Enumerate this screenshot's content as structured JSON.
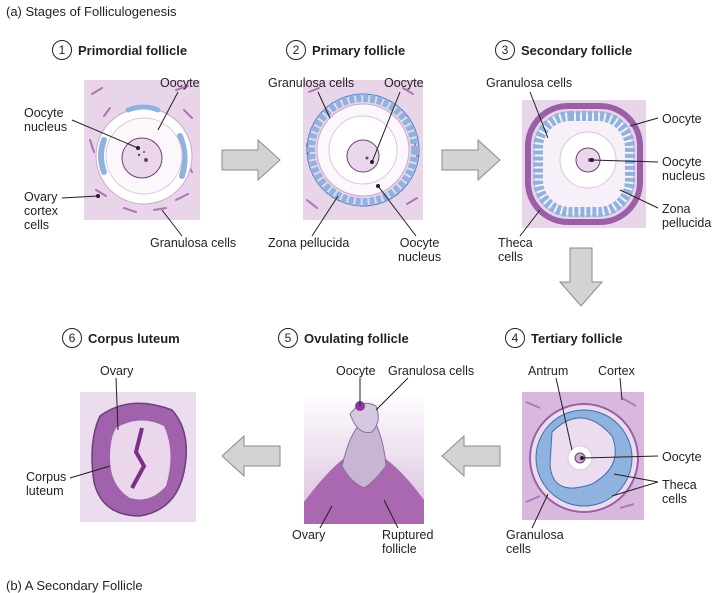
{
  "figure": {
    "title": "(a) Stages of Folliculogenesis",
    "footer": "(b) A Secondary Follicle"
  },
  "stages": [
    {
      "number": "1",
      "title": "Primordial follicle"
    },
    {
      "number": "2",
      "title": "Primary follicle"
    },
    {
      "number": "3",
      "title": "Secondary follicle"
    },
    {
      "number": "4",
      "title": "Tertiary follicle"
    },
    {
      "number": "5",
      "title": "Ovulating follicle"
    },
    {
      "number": "6",
      "title": "Corpus luteum"
    }
  ],
  "labels": {
    "s1_oocyte": "Oocyte",
    "s1_oocyte_nucleus": "Oocyte\nnucleus",
    "s1_ovary_cortex": "Ovary\ncortex\ncells",
    "s1_granulosa": "Granulosa cells",
    "s2_granulosa": "Granulosa cells",
    "s2_oocyte": "Oocyte",
    "s2_zona": "Zona pellucida",
    "s2_oocyte_nucleus": "Oocyte\nnucleus",
    "s3_granulosa": "Granulosa cells",
    "s3_oocyte": "Oocyte",
    "s3_oocyte_nucleus": "Oocyte\nnucleus",
    "s3_zona": "Zona\npellucida",
    "s3_theca": "Theca\ncells",
    "s4_antrum": "Antrum",
    "s4_cortex": "Cortex",
    "s4_oocyte": "Oocyte",
    "s4_theca": "Theca\ncells",
    "s4_granulosa": "Granulosa\ncells",
    "s5_oocyte": "Oocyte",
    "s5_granulosa": "Granulosa cells",
    "s5_ovary": "Ovary",
    "s5_ruptured": "Ruptured\nfollicle",
    "s6_ovary": "Ovary",
    "s6_corpus": "Corpus\nluteum"
  },
  "colors": {
    "tissue": "#e6d3e8",
    "tissue_dark": "#9b5fa8",
    "granulosa": "#8fb3de",
    "granulosa_edge": "#3f6fb0",
    "zona": "#f4eef6",
    "arrow": "#d2d3d4",
    "arrow_edge": "#8a8b8d"
  }
}
